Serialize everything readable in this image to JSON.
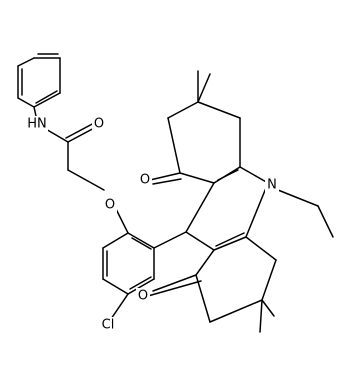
{
  "diagram": {
    "type": "chemical-structure",
    "labels": {
      "nh": "HN",
      "amide_o": "O",
      "ether_o": "O",
      "ketone_o_top": "O",
      "ketone_o_bottom": "O",
      "amine_n": "N",
      "chlorine": "Cl"
    },
    "colors": {
      "bond": "#000000",
      "text": "#000000",
      "background": "#ffffff"
    }
  }
}
